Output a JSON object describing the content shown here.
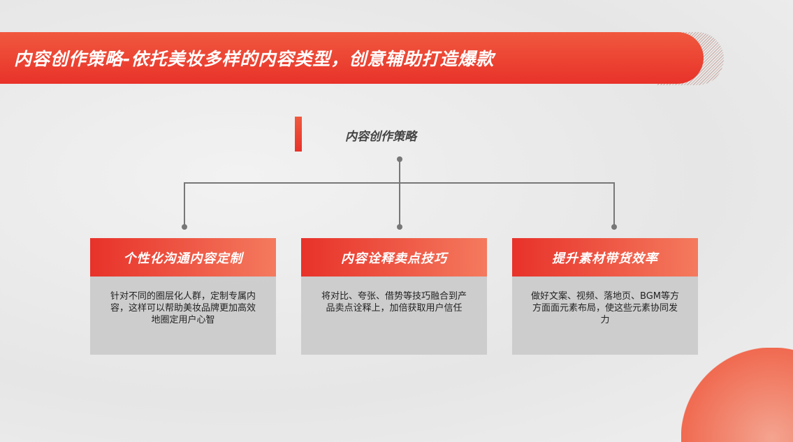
{
  "title": "内容创作策略-依托美妆多样的内容类型，创意辅助打造爆款",
  "root": "内容创作策略",
  "cards": [
    {
      "title": "个性化沟通内容定制",
      "text": "针对不同的圈层化人群，定制专属内容，这样可以帮助美妆品牌更加高效地圈定用户心智"
    },
    {
      "title": "内容诠释卖点技巧",
      "text": "将对比、夸张、借势等技巧融合到产品卖点诠释上，加倍获取用户信任"
    },
    {
      "title": "提升素材带货效率",
      "text": "做好文案、视频、落地页、BGM等方方面面元素布局，使这些元素协同发力"
    }
  ]
}
